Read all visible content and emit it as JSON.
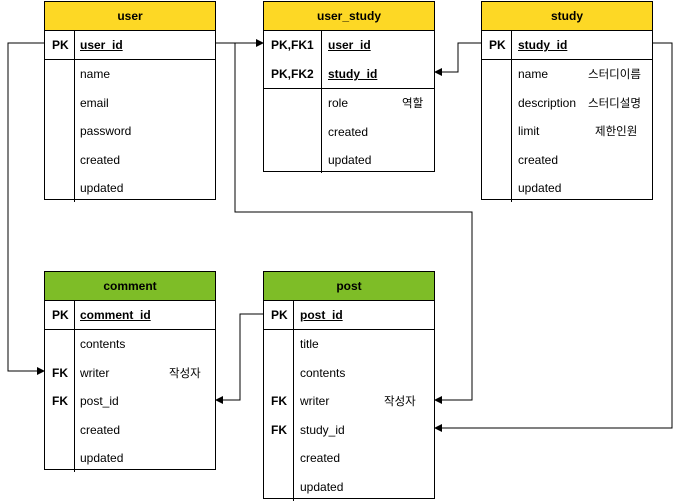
{
  "entities": {
    "user": {
      "title": "user",
      "pk": {
        "key": "PK",
        "name": "user_id"
      },
      "fields": [
        {
          "key": "",
          "name": "name",
          "note": ""
        },
        {
          "key": "",
          "name": "email",
          "note": ""
        },
        {
          "key": "",
          "name": "password",
          "note": ""
        },
        {
          "key": "",
          "name": "created",
          "note": ""
        },
        {
          "key": "",
          "name": "updated",
          "note": ""
        }
      ]
    },
    "user_study": {
      "title": "user_study",
      "pks": [
        {
          "key": "PK,FK1",
          "name": "user_id"
        },
        {
          "key": "PK,FK2",
          "name": "study_id"
        }
      ],
      "fields": [
        {
          "key": "",
          "name": "role",
          "note": "역할"
        },
        {
          "key": "",
          "name": "created",
          "note": ""
        },
        {
          "key": "",
          "name": "updated",
          "note": ""
        }
      ]
    },
    "study": {
      "title": "study",
      "pk": {
        "key": "PK",
        "name": "study_id"
      },
      "fields": [
        {
          "key": "",
          "name": "name",
          "note": "스터디이름"
        },
        {
          "key": "",
          "name": "description",
          "note": "스터디설명"
        },
        {
          "key": "",
          "name": "limit",
          "note": "제한인원"
        },
        {
          "key": "",
          "name": "created",
          "note": ""
        },
        {
          "key": "",
          "name": "updated",
          "note": ""
        }
      ]
    },
    "comment": {
      "title": "comment",
      "pk": {
        "key": "PK",
        "name": "comment_id"
      },
      "fields": [
        {
          "key": "",
          "name": "contents",
          "note": ""
        },
        {
          "key": "FK",
          "name": "writer",
          "note": "작성자"
        },
        {
          "key": "FK",
          "name": "post_id",
          "note": ""
        },
        {
          "key": "",
          "name": "created",
          "note": ""
        },
        {
          "key": "",
          "name": "updated",
          "note": ""
        }
      ]
    },
    "post": {
      "title": "post",
      "pk": {
        "key": "PK",
        "name": "post_id"
      },
      "fields": [
        {
          "key": "",
          "name": "title",
          "note": ""
        },
        {
          "key": "",
          "name": "contents",
          "note": ""
        },
        {
          "key": "FK",
          "name": "writer",
          "note": "작성자"
        },
        {
          "key": "FK",
          "name": "study_id",
          "note": ""
        },
        {
          "key": "",
          "name": "created",
          "note": ""
        },
        {
          "key": "",
          "name": "updated",
          "note": ""
        }
      ]
    }
  },
  "colors": {
    "header_yellow": "#fdd825",
    "header_green": "#7ebd27",
    "line": "#000000"
  }
}
